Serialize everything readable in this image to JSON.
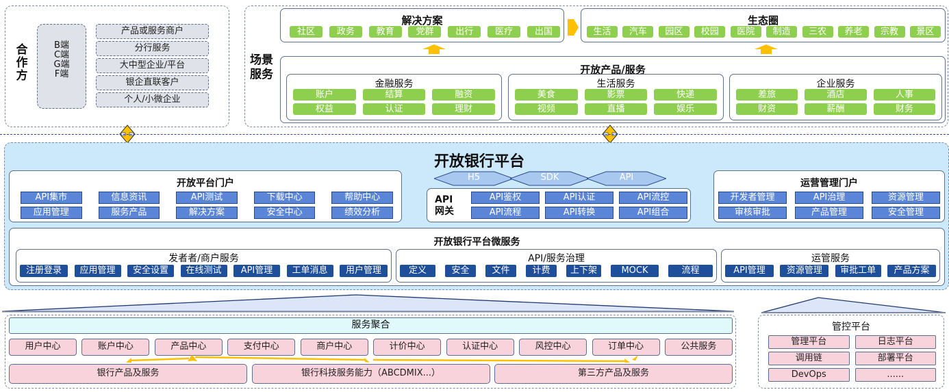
{
  "partners": {
    "label": "合作方",
    "ends": [
      "B端",
      "C端",
      "G端",
      "F端"
    ],
    "types": [
      "产品或服务商户",
      "分行服务",
      "大中型企业/平台",
      "银企直联客户",
      "个人/小微企业"
    ]
  },
  "scenario": {
    "label": "场景服务",
    "solutions": {
      "title": "解决方案",
      "items": [
        "社区",
        "政务",
        "教育",
        "党群",
        "出行",
        "医疗",
        "出国"
      ]
    },
    "ecosystem": {
      "title": "生态圈",
      "items": [
        "生活",
        "汽车",
        "园区",
        "校园",
        "医院",
        "制造",
        "三农",
        "养老",
        "宗教",
        "景区"
      ]
    },
    "open_products": {
      "title": "开放产品/服务",
      "groups": [
        {
          "title": "金融服务",
          "items": [
            "账户",
            "结算",
            "融资",
            "权益",
            "认证",
            "理财"
          ]
        },
        {
          "title": "生活服务",
          "items": [
            "美食",
            "影票",
            "快递",
            "视频",
            "直播",
            "娱乐"
          ]
        },
        {
          "title": "企业服务",
          "items": [
            "差旅",
            "酒店",
            "人事",
            "财资",
            "薪酬",
            "财务"
          ]
        }
      ]
    }
  },
  "platform": {
    "title": "开放银行平台",
    "open_portal": {
      "title": "开放平台门户",
      "items": [
        "API集市",
        "信息资讯",
        "API测试",
        "下载中心",
        "帮助中心",
        "应用管理",
        "服务产品",
        "解决方案",
        "安全中心",
        "绩效分析"
      ]
    },
    "channels": [
      "H5",
      "SDK",
      "API"
    ],
    "gateway": {
      "label_line1": "API",
      "label_line2": "网关",
      "items": [
        "API鉴权",
        "API认证",
        "API流控",
        "API流程",
        "API转换",
        "API组合"
      ]
    },
    "ops_portal": {
      "title": "运营管理门户",
      "items": [
        "开发者管理",
        "API治理",
        "资源管理",
        "审核审批",
        "产品管理",
        "安全管理"
      ]
    },
    "microservices": {
      "title": "开放银行平台微服务",
      "groups": [
        {
          "title": "发者者/商户服务",
          "items": [
            "注册登录",
            "应用管理",
            "安全设置",
            "在线测试",
            "API管理",
            "工单消息",
            "用户管理"
          ]
        },
        {
          "title": "API/服务治理",
          "items": [
            "定义",
            "安全",
            "文件",
            "计费",
            "上下架",
            "MOCK",
            "流程"
          ]
        },
        {
          "title": "运管服务",
          "items": [
            "API管理",
            "资源管理",
            "审批工单",
            "产品方案"
          ]
        }
      ]
    }
  },
  "aggregation": {
    "title": "服务聚合",
    "centers": [
      "用户中心",
      "账户中心",
      "产品中心",
      "支付中心",
      "商户中心",
      "计价中心",
      "认证中心",
      "风控中心",
      "订单中心",
      "公共服务"
    ],
    "bases": [
      "银行产品及服务",
      "银行科技服务能力（ABCDMIX...）",
      "第三方产品及服务"
    ]
  },
  "control": {
    "title": "管控平台",
    "items": [
      "管理平台",
      "日志平台",
      "调用链",
      "部署平台",
      "DevOps",
      "......"
    ]
  },
  "colors": {
    "green_chip": "#8fcf4f",
    "blue_chip": "#5b86d8",
    "navy_chip": "#1f4e9b",
    "pink_chip": "#f8d3dc",
    "platform_bg": "#cce8fb",
    "aggregation_bg": "#e0f9fb",
    "arrow": "#ffc000"
  }
}
